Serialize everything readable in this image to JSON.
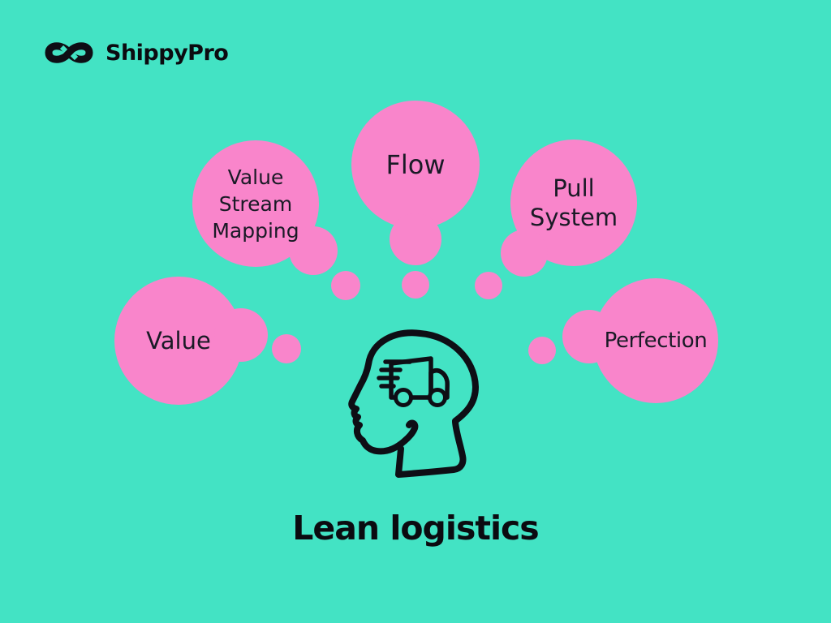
{
  "brand": {
    "name": "ShippyPro"
  },
  "title": "Lean logistics",
  "bubbles": [
    {
      "id": "value-stream-mapping",
      "label": "Value Stream Mapping"
    },
    {
      "id": "flow",
      "label": "Flow"
    },
    {
      "id": "pull-system",
      "label": "Pull System"
    },
    {
      "id": "value",
      "label": "Value"
    },
    {
      "id": "perfection",
      "label": "Perfection"
    }
  ],
  "icons": {
    "logo": "infinity-logo-icon",
    "center": "head-with-delivery-truck-icon"
  },
  "colors": {
    "background": "#43E3C4",
    "bubble": "#F985CB",
    "bubble_text": "#1A1A26",
    "title_text": "#0B0B10",
    "icon_stroke": "#0E0E15"
  }
}
